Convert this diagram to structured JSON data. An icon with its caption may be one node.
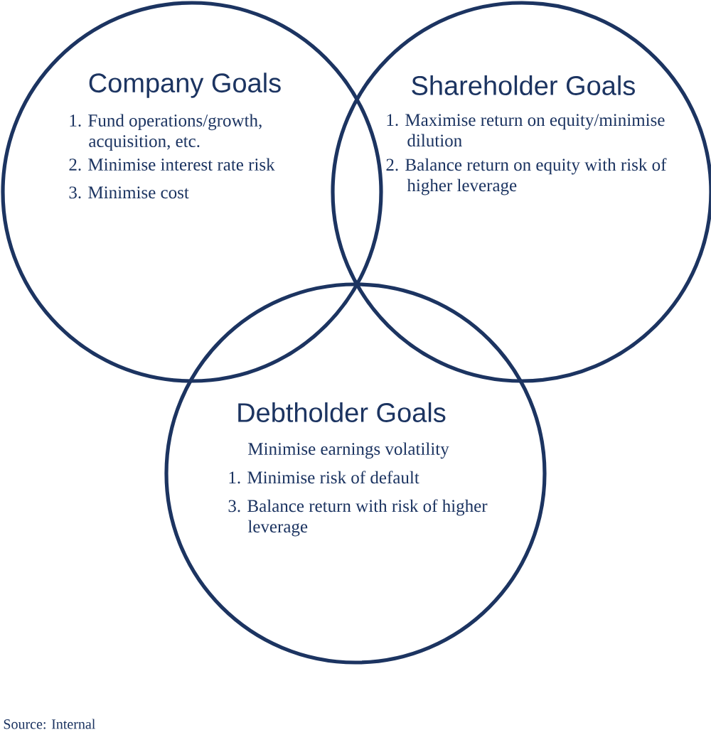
{
  "diagram": {
    "nodes": [
      {
        "text": [
          "Company Goals",
          "1. Fund operations/growth, acquisition, etc.",
          "2. Minimise interest rate risk",
          "3. Minimise cost"
        ]
      },
      {
        "text": [
          "Shareholder Goals",
          "1. Maximise return on equity/minimise dilution",
          "2. Balance return on equity with risk of higher leverage"
        ]
      },
      {
        "text": [
          "Debtholder Goals",
          "Minimise earnings volatility",
          "1. Minimise risk of default",
          "3. Balance return with risk of higher leverage"
        ]
      }
    ],
    "labels": [
      "Source: Internal"
    ]
  }
}
